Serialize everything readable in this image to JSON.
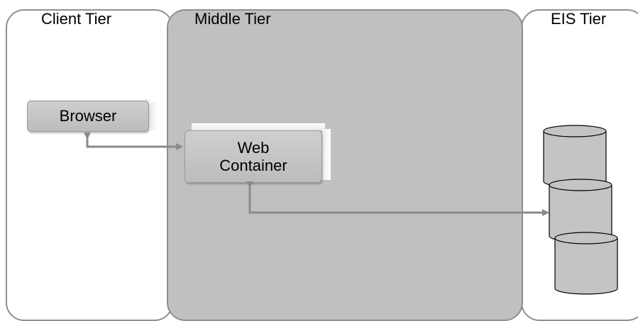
{
  "tiers": {
    "client": "Client Tier",
    "middle": "Middle Tier",
    "eis": "EIS Tier"
  },
  "components": {
    "browser": "Browser",
    "web_container": "Web\nContainer"
  },
  "colors": {
    "middle_tier_fill": "#c0c0c0",
    "border": "#8f8f8f",
    "connector": "#8a8a8a",
    "database_fill": "#c4c4c4"
  },
  "icons": [
    "database-icon",
    "database-icon",
    "database-icon"
  ]
}
